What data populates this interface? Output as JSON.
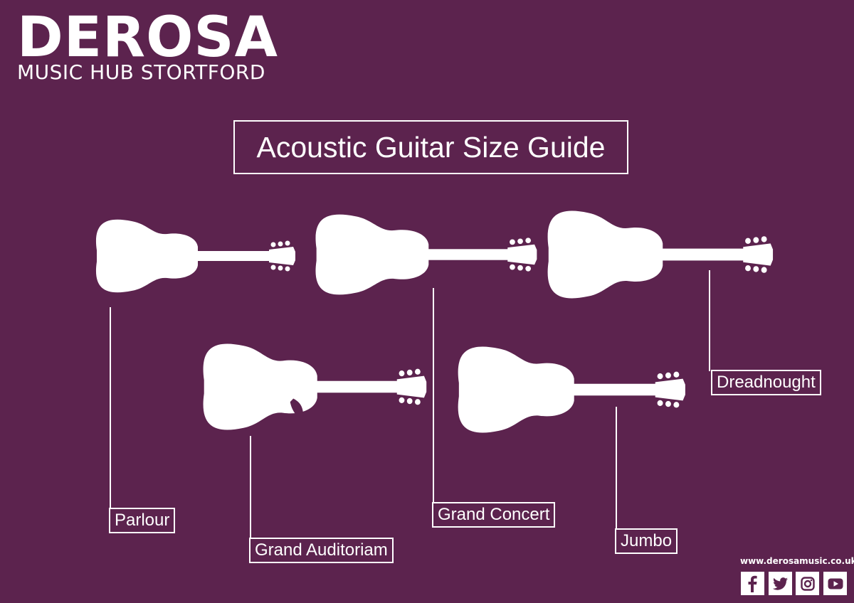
{
  "brand": {
    "name": "DEROSA",
    "subtitle": "MUSIC HUB STORTFORD"
  },
  "title": "Acoustic Guitar Size Guide",
  "guitars": [
    {
      "id": "parlour",
      "label": "Parlour"
    },
    {
      "id": "grand-concert",
      "label": "Grand Concert"
    },
    {
      "id": "dreadnought",
      "label": "Dreadnought"
    },
    {
      "id": "grand-auditorium",
      "label": "Grand Auditoriam"
    },
    {
      "id": "jumbo",
      "label": "Jumbo"
    }
  ],
  "footer": {
    "website": "www.derosamusic.co.uk",
    "social_icons": [
      "facebook-icon",
      "twitter-icon",
      "instagram-icon",
      "youtube-icon"
    ]
  },
  "colors": {
    "background": "#5c234e",
    "foreground": "#ffffff"
  }
}
